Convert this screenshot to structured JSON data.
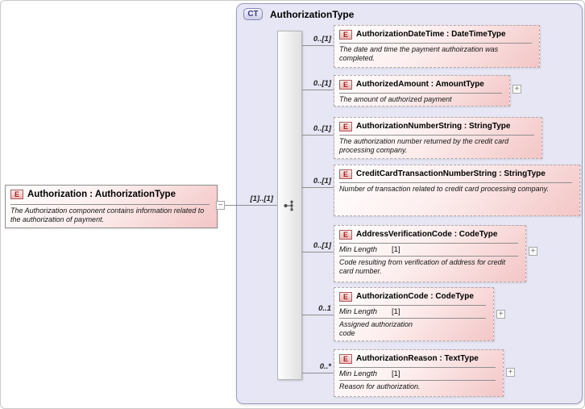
{
  "icons": {
    "collapse": "−",
    "expand": "+",
    "sequence": "sequence-group"
  },
  "root_element": {
    "badge": "E",
    "title": "Authorization : AuthorizationType",
    "description": "The Authorization component contains information related to the authorization of payment."
  },
  "connector": {
    "cardinality": "[1]..[1]"
  },
  "complex_type": {
    "badge": "CT",
    "title": "AuthorizationType",
    "group": "sequence",
    "children": [
      {
        "badge": "E",
        "title": "AuthorizationDateTime : DateTimeType",
        "cardinality": "0..[1]",
        "description": "The date and time the payment authoirzation was completed.",
        "expandable": false
      },
      {
        "badge": "E",
        "title": "AuthorizedAmount : AmountType",
        "cardinality": "0..[1]",
        "description": "The amount of authorized payment",
        "expandable": true
      },
      {
        "badge": "E",
        "title": "AuthorizationNumberString : StringType",
        "cardinality": "0..[1]",
        "description": "The authorization number returned by the credit card processing company.",
        "expandable": false
      },
      {
        "badge": "E",
        "title": "CreditCardTransactionNumberString : StringType",
        "cardinality": "0..[1]",
        "description": "Number of transaction related to credit card processing company.",
        "expandable": false
      },
      {
        "badge": "E",
        "title": "AddressVerificationCode : CodeType",
        "cardinality": "0..[1]",
        "facet_label": "Min Length",
        "facet_value": "[1]",
        "description": "Code resulting from verification of address for credit card number.",
        "expandable": true
      },
      {
        "badge": "E",
        "title": "AuthorizationCode : CodeType",
        "cardinality": "0..1",
        "facet_label": "Min Length",
        "facet_value": "[1]",
        "description": "Assigned authorization code",
        "expandable": true
      },
      {
        "badge": "E",
        "title": "AuthorizationReason : TextType",
        "cardinality": "0..*",
        "facet_label": "Min Length",
        "facet_value": "[1]",
        "description": "Reason for authorization.",
        "expandable": true
      }
    ]
  }
}
